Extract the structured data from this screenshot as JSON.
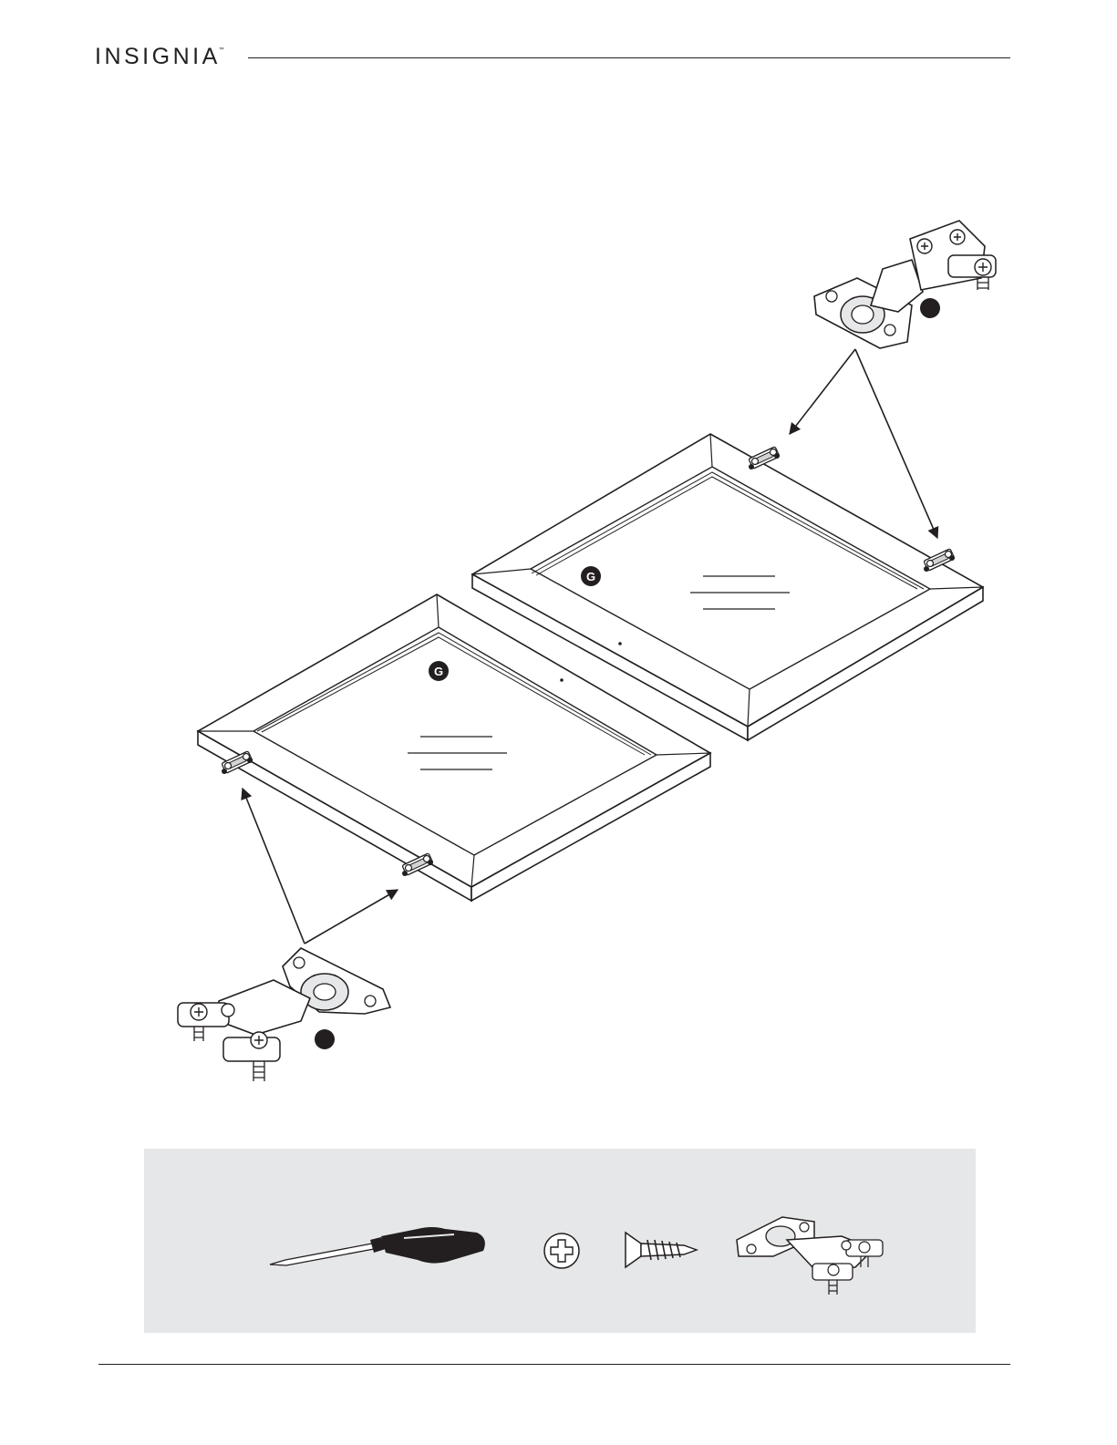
{
  "header": {
    "brand": "INSIGNIA",
    "trademark": "™"
  },
  "diagram": {
    "callouts": [
      {
        "label": "G"
      },
      {
        "label": "G"
      }
    ]
  },
  "tools": {
    "icons": [
      "screwdriver-icon",
      "phillips-head-icon",
      "wood-screw-icon",
      "hinge-icon"
    ]
  },
  "colors": {
    "ink": "#231f20",
    "panel": "#e6e7e8"
  }
}
